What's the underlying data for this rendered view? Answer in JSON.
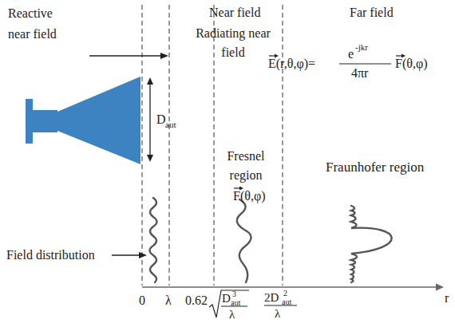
{
  "diagram": {
    "labels": [
      "Reactive near field",
      "Near field",
      "Far field",
      "Radiating near field",
      "E(r,θ,φ)=",
      "e",
      "-jkr",
      "4πr",
      "F(θ,φ)",
      "D",
      "aut",
      "Fresnel region",
      "F(θ,φ)",
      "Fraunhofer region",
      "Field distribution",
      "0",
      "λ",
      "0.62",
      "D",
      "aut",
      "3",
      "λ",
      "2D",
      "aut",
      "2",
      "λ",
      "r"
    ]
  }
}
